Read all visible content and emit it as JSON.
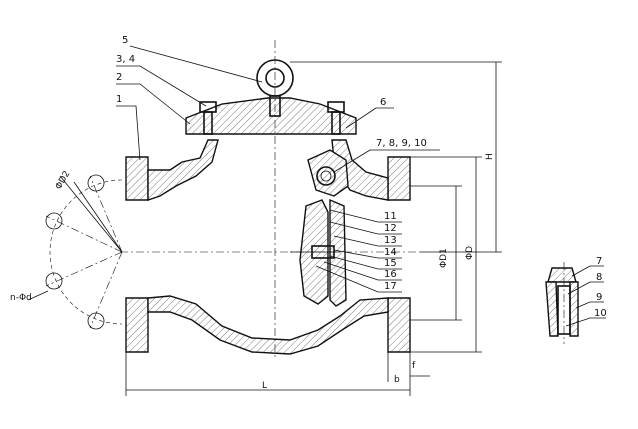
{
  "drawing": {
    "part_labels": {
      "p1": "1",
      "p2": "2",
      "p34": "3, 4",
      "p5": "5",
      "p6": "6",
      "p78910": "7, 8, 9, 10",
      "p11": "11",
      "p12": "12",
      "p13": "13",
      "p14": "14",
      "p15": "15",
      "p16": "16",
      "p17": "17"
    },
    "detail_labels": {
      "d7": "7",
      "d8": "8",
      "d9": "9",
      "d10": "10"
    },
    "dimensions": {
      "L": "L",
      "H": "H",
      "D": "ΦD",
      "D1": "ΦD1",
      "D2": "ΦD2",
      "b": "b",
      "f": "f",
      "bolts": "n-Φd"
    }
  }
}
